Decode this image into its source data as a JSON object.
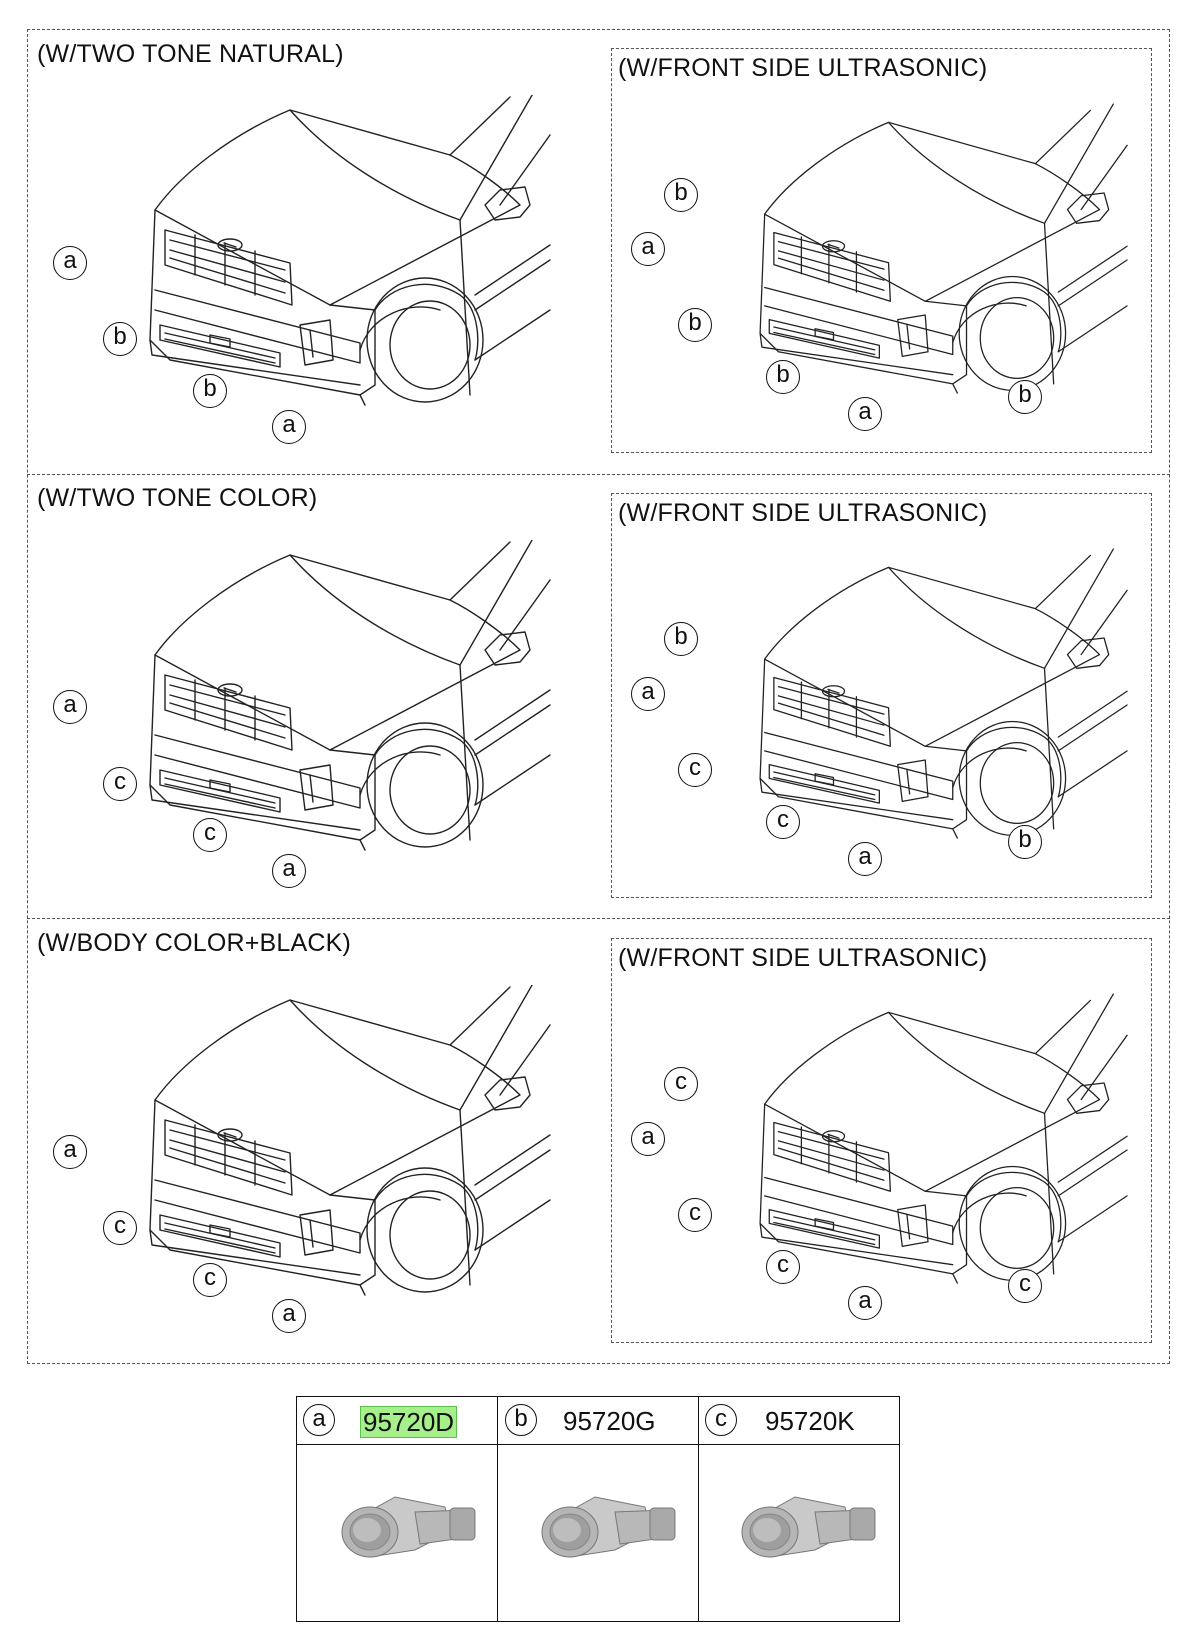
{
  "panels": [
    {
      "title": "(W/TWO TONE NATURAL)",
      "callouts": [
        "a",
        "b",
        "b",
        "a"
      ],
      "sub": {
        "title": "(W/FRONT SIDE ULTRASONIC)",
        "callouts": [
          "b",
          "a",
          "b",
          "b",
          "a",
          "b"
        ]
      }
    },
    {
      "title": "(W/TWO TONE COLOR)",
      "callouts": [
        "a",
        "c",
        "c",
        "a"
      ],
      "sub": {
        "title": "(W/FRONT SIDE ULTRASONIC)",
        "callouts": [
          "b",
          "a",
          "c",
          "c",
          "a",
          "b"
        ]
      }
    },
    {
      "title": "(W/BODY COLOR+BLACK)",
      "callouts": [
        "a",
        "c",
        "c",
        "a"
      ],
      "sub": {
        "title": "(W/FRONT SIDE ULTRASONIC)",
        "callouts": [
          "c",
          "a",
          "c",
          "c",
          "a",
          "c"
        ]
      }
    }
  ],
  "legend": [
    {
      "letter": "a",
      "part": "95720D",
      "highlighted": true
    },
    {
      "letter": "b",
      "part": "95720G",
      "highlighted": false
    },
    {
      "letter": "c",
      "part": "95720K",
      "highlighted": false
    }
  ],
  "colors": {
    "highlight": "#a6f08c",
    "line": "#222222",
    "sensor": "#a9a9a9"
  }
}
